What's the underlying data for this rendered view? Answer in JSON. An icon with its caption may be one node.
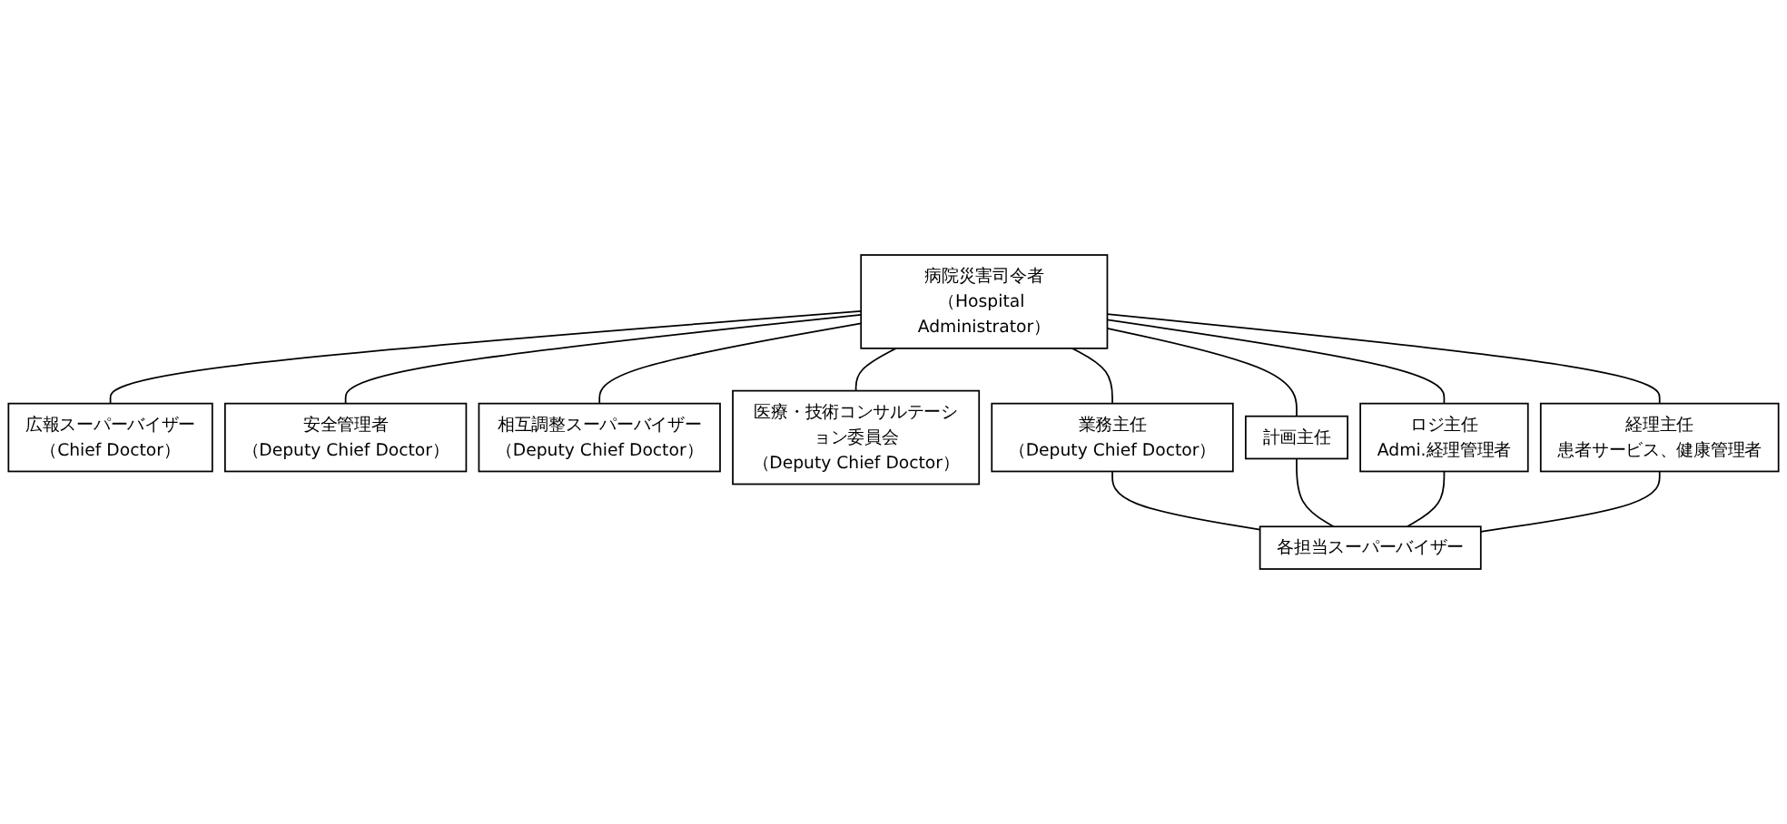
{
  "diagram": {
    "nodes": [
      {
        "text": [
          "病院災害司令者",
          "（Hospital Administrator）"
        ]
      },
      {
        "text": [
          "広報スーパーバイザー",
          "（Chief Doctor）"
        ]
      },
      {
        "text": [
          "安全管理者",
          "（Deputy Chief Doctor）"
        ]
      },
      {
        "text": [
          "相互調整スーパーバイザー",
          "（Deputy Chief Doctor）"
        ]
      },
      {
        "text": [
          "医療・技術コンサルテーション委員会",
          "（Deputy Chief Doctor）"
        ]
      },
      {
        "text": [
          "業務主任",
          "（Deputy Chief Doctor）"
        ]
      },
      {
        "text": [
          "計画主任"
        ]
      },
      {
        "text": [
          "ロジ主任",
          "Admi.経理管理者"
        ]
      },
      {
        "text": [
          "経理主任",
          "患者サービス、健康管理者"
        ]
      },
      {
        "text": [
          "各担当スーパーバイザー"
        ]
      }
    ],
    "edges": [
      {
        "from": 0,
        "to": 1,
        "arrow": "none"
      },
      {
        "from": 0,
        "to": 2,
        "arrow": "none"
      },
      {
        "from": 0,
        "to": 3,
        "arrow": "none"
      },
      {
        "from": 0,
        "to": 4,
        "arrow": "none"
      },
      {
        "from": 0,
        "to": 5,
        "arrow": "none"
      },
      {
        "from": 0,
        "to": 6,
        "arrow": "none"
      },
      {
        "from": 0,
        "to": 7,
        "arrow": "none"
      },
      {
        "from": 0,
        "to": 8,
        "arrow": "none"
      },
      {
        "from": 5,
        "to": 9,
        "arrow": "none"
      },
      {
        "from": 6,
        "to": 9,
        "arrow": "none"
      },
      {
        "from": 7,
        "to": 9,
        "arrow": "none"
      },
      {
        "from": 8,
        "to": 9,
        "arrow": "none"
      }
    ]
  }
}
